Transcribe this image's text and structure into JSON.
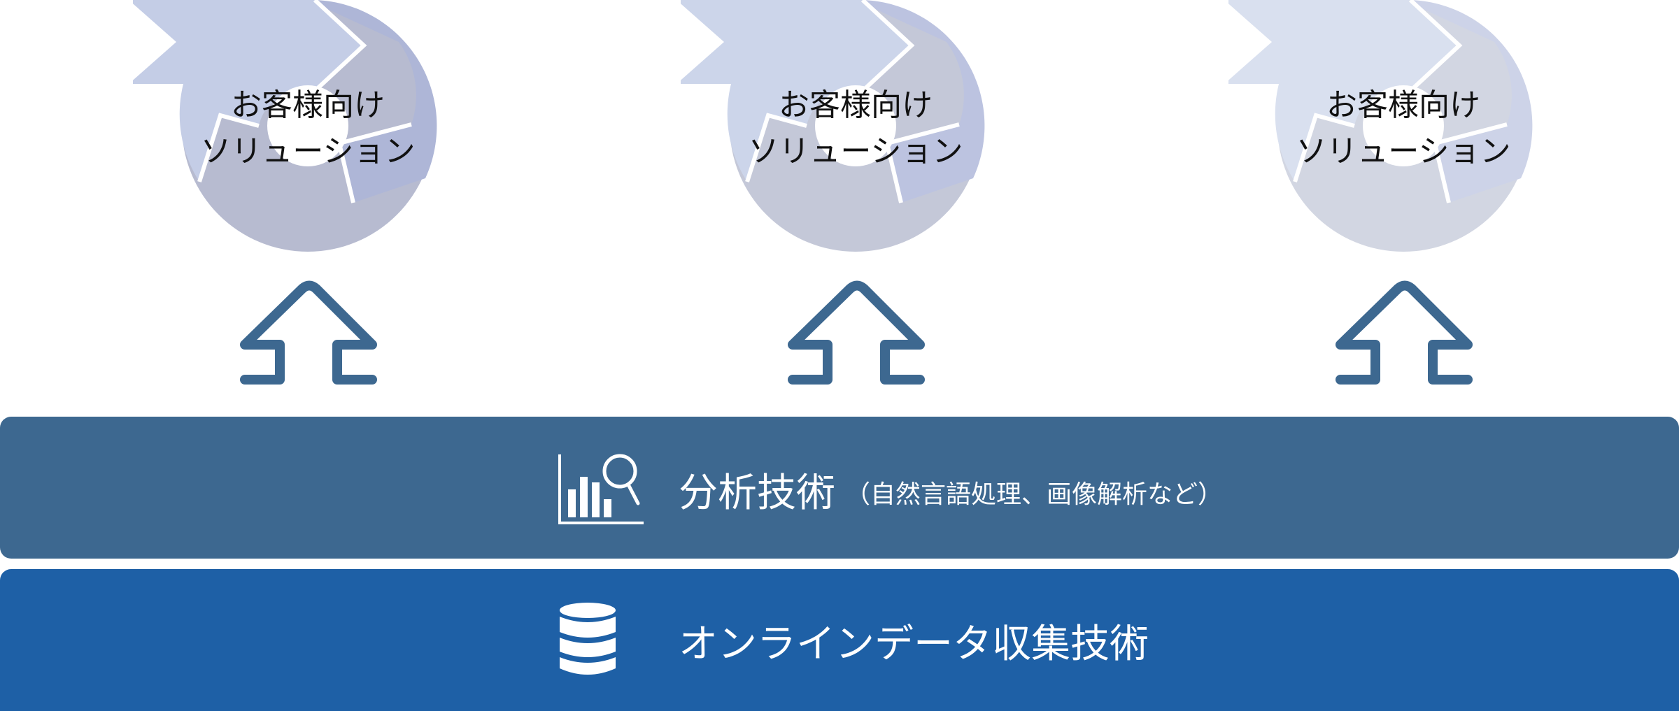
{
  "solutions": [
    {
      "line1": "お客様向け",
      "line2": "ソリューション"
    },
    {
      "line1": "お客様向け",
      "line2": "ソリューション"
    },
    {
      "line1": "お客様向け",
      "line2": "ソリューション"
    }
  ],
  "analysis_band": {
    "title": "分析技術",
    "subtitle": "（自然言語処理、画像解析など）",
    "icon": "chart-magnifier-icon"
  },
  "collection_band": {
    "title": "オンラインデータ収集技術",
    "icon": "database-icon"
  },
  "colors": {
    "analysis_band": "#3d6890",
    "collection_band": "#1e60a6",
    "arrow": "#3d6890",
    "cycle_light": "#c5d0e6",
    "cycle_mid": "#b0b7d6",
    "cycle_dark": "#b8bccf"
  }
}
